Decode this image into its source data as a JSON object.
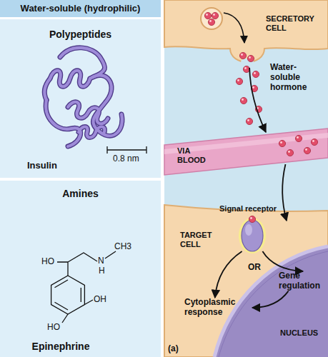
{
  "diagram": {
    "nodes": [
      {
        "text": [
          "Water-soluble (hydrophilic)"
        ]
      },
      {
        "text": [
          "Polypeptides",
          "Insulin"
        ]
      },
      {
        "text": [
          "Amines",
          "Epinephrine"
        ]
      },
      {
        "text": [
          "SECRETORY CELL"
        ]
      },
      {
        "text": [
          "VIA BLOOD"
        ]
      },
      {
        "text": [
          "TARGET CELL"
        ]
      },
      {
        "text": [
          "Signal receptor"
        ],
        "in": 5
      },
      {
        "text": [
          "Cytoplasmic response"
        ],
        "in": 5
      },
      {
        "text": [
          "NUCLEUS"
        ],
        "in": 5
      },
      {
        "text": [
          "Gene regulation"
        ],
        "in": 8
      }
    ],
    "edges": [
      {
        "from": 3,
        "to": 4,
        "arrow": "to"
      },
      {
        "from": 4,
        "to": 6,
        "arrow": "to"
      },
      {
        "from": 6,
        "to": 7,
        "arrow": "to"
      },
      {
        "from": 6,
        "to": 9,
        "arrow": "to"
      },
      {
        "from": 9,
        "to": 7,
        "arrow": "to"
      }
    ],
    "labels": [
      "0.8 nm",
      "HO",
      "N",
      "H",
      "CH3",
      "HO",
      "OH",
      "Water-soluble hormone",
      "OR",
      "(a)"
    ]
  }
}
